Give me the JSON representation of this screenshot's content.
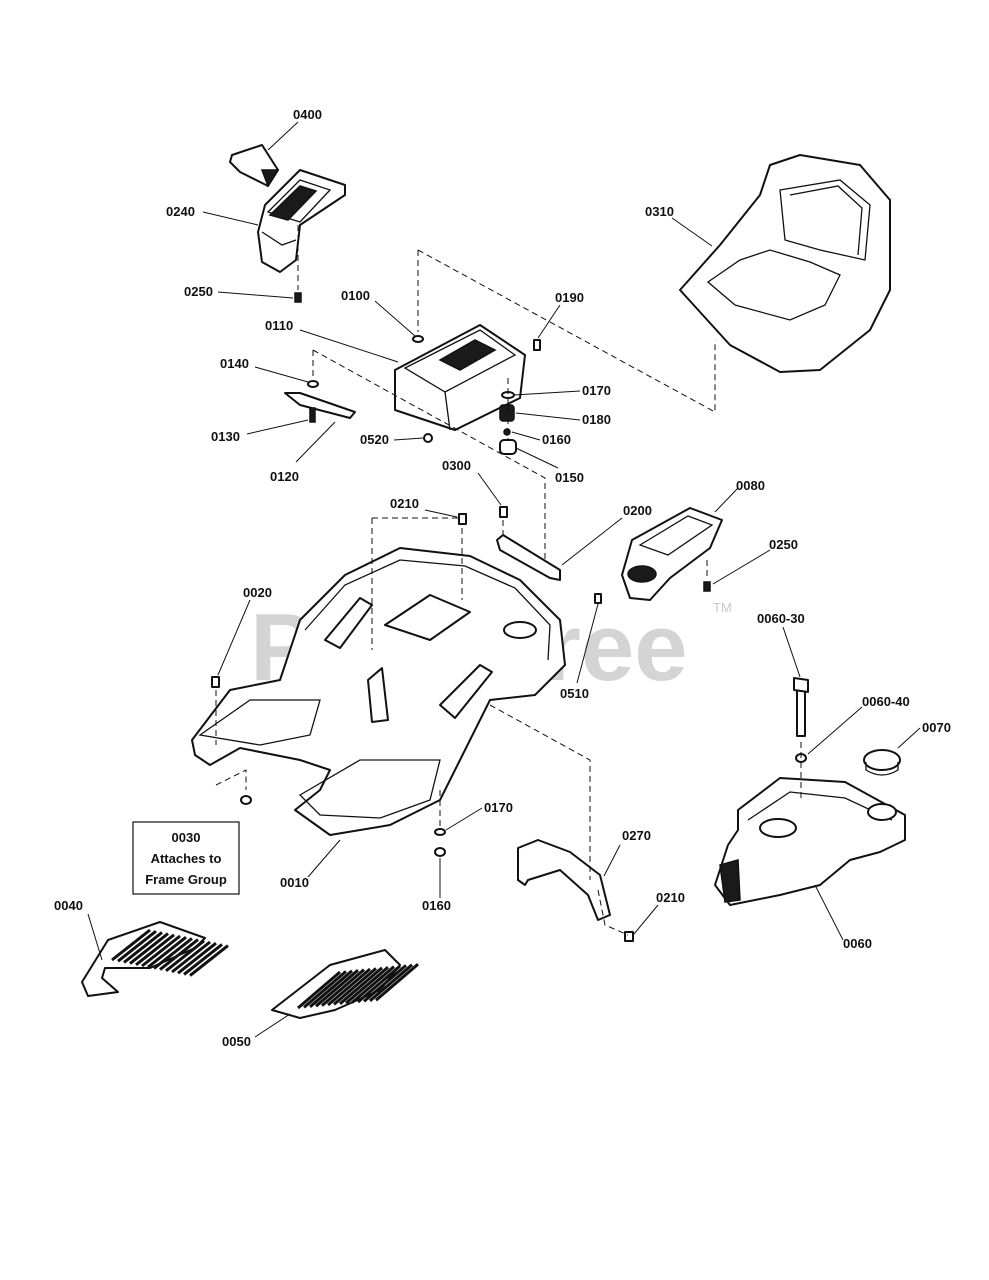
{
  "watermark": {
    "text": "PartsTree",
    "trademark": "TM"
  },
  "note_box": {
    "number": "0030",
    "line1": "Attaches to",
    "line2": "Frame Group"
  },
  "callouts": [
    {
      "id": "c0400",
      "label": "0400"
    },
    {
      "id": "c0240",
      "label": "0240"
    },
    {
      "id": "c0250a",
      "label": "0250"
    },
    {
      "id": "c0100",
      "label": "0100"
    },
    {
      "id": "c0190",
      "label": "0190"
    },
    {
      "id": "c0110",
      "label": "0110"
    },
    {
      "id": "c0140",
      "label": "0140"
    },
    {
      "id": "c0170a",
      "label": "0170"
    },
    {
      "id": "c0180",
      "label": "0180"
    },
    {
      "id": "c0130",
      "label": "0130"
    },
    {
      "id": "c0520",
      "label": "0520"
    },
    {
      "id": "c0160a",
      "label": "0160"
    },
    {
      "id": "c0120",
      "label": "0120"
    },
    {
      "id": "c0150",
      "label": "0150"
    },
    {
      "id": "c0300",
      "label": "0300"
    },
    {
      "id": "c0310",
      "label": "0310"
    },
    {
      "id": "c0080",
      "label": "0080"
    },
    {
      "id": "c0210a",
      "label": "0210"
    },
    {
      "id": "c0200",
      "label": "0200"
    },
    {
      "id": "c0250b",
      "label": "0250"
    },
    {
      "id": "c0020",
      "label": "0020"
    },
    {
      "id": "c0060_30",
      "label": "0060-30"
    },
    {
      "id": "c0510",
      "label": "0510"
    },
    {
      "id": "c0060_40",
      "label": "0060-40"
    },
    {
      "id": "c0070",
      "label": "0070"
    },
    {
      "id": "c0170b",
      "label": "0170"
    },
    {
      "id": "c0270",
      "label": "0270"
    },
    {
      "id": "c0010",
      "label": "0010"
    },
    {
      "id": "c0040",
      "label": "0040"
    },
    {
      "id": "c0160b",
      "label": "0160"
    },
    {
      "id": "c0210b",
      "label": "0210"
    },
    {
      "id": "c0060",
      "label": "0060"
    },
    {
      "id": "c0050",
      "label": "0050"
    }
  ]
}
